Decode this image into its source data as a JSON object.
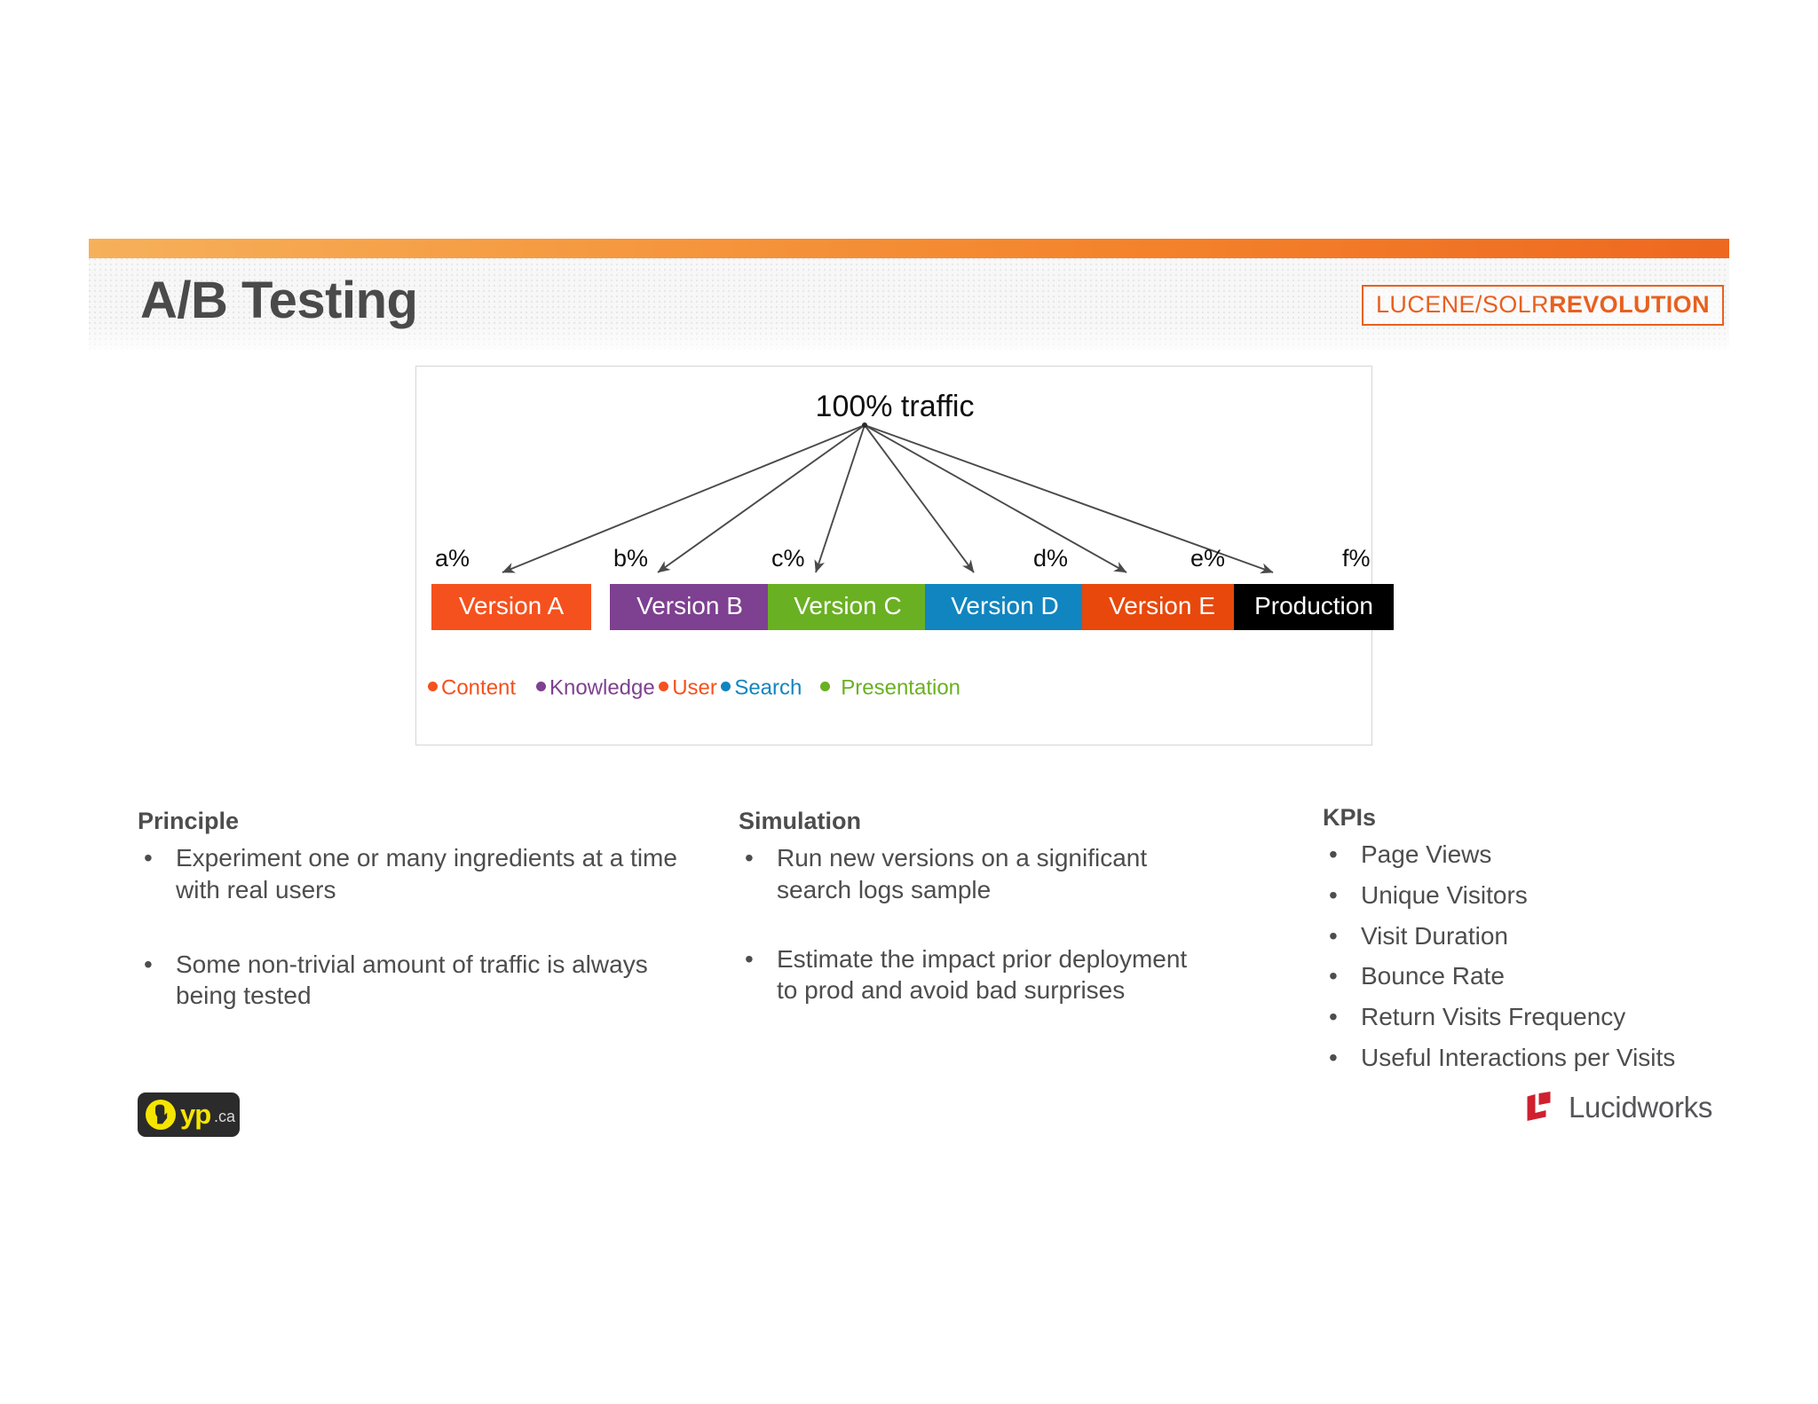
{
  "header": {
    "title": "A/B Testing",
    "logo": {
      "light": "LUCENE/SOLR",
      "bold": "REVOLUTION"
    }
  },
  "diagram": {
    "root_label": "100% traffic",
    "nodes": [
      {
        "percent": "a%",
        "label": "Version A",
        "color": "#f4511e",
        "text_color": "#ffffff"
      },
      {
        "percent": "b%",
        "label": "Version B",
        "color": "#7e4090",
        "text_color": "#ffffff"
      },
      {
        "percent": "c%",
        "label": "Version C",
        "color": "#6ab023",
        "text_color": "#ffffff"
      },
      {
        "percent": "d%",
        "label": "Version D",
        "color": "#1185c0",
        "text_color": "#ffffff"
      },
      {
        "percent": "e%",
        "label": "Version E",
        "color": "#e8480c",
        "text_color": "#ffffff"
      },
      {
        "percent": "f%",
        "label": "Production",
        "color": "#000000",
        "text_color": "#ffffff"
      }
    ],
    "legend": [
      {
        "label": "Content",
        "color": "#f4511e"
      },
      {
        "label": "Knowledge",
        "color": "#7e4090"
      },
      {
        "label": "User",
        "color": "#f4511e"
      },
      {
        "label": "Search",
        "color": "#1185c0"
      },
      {
        "label": "Presentation",
        "color": "#6ab023"
      }
    ]
  },
  "columns": {
    "principle": {
      "heading": "Principle",
      "items": [
        "Experiment one or many ingredients at a time with real users",
        "Some non-trivial amount of traffic is always being tested"
      ]
    },
    "simulation": {
      "heading": "Simulation",
      "items": [
        "Run new versions on a significant search logs sample",
        "Estimate the impact prior deployment to prod and avoid bad surprises"
      ]
    },
    "kpis": {
      "heading": "KPIs",
      "items": [
        "Page Views",
        "Unique Visitors",
        "Visit Duration",
        "Bounce Rate",
        "Return Visits Frequency",
        "Useful Interactions per Visits"
      ]
    }
  },
  "footer": {
    "yp_logo": {
      "word": "yp",
      "tld": ".ca"
    },
    "lucidworks_logo": {
      "word": "Lucidworks"
    }
  },
  "bullet_glyph": "•"
}
